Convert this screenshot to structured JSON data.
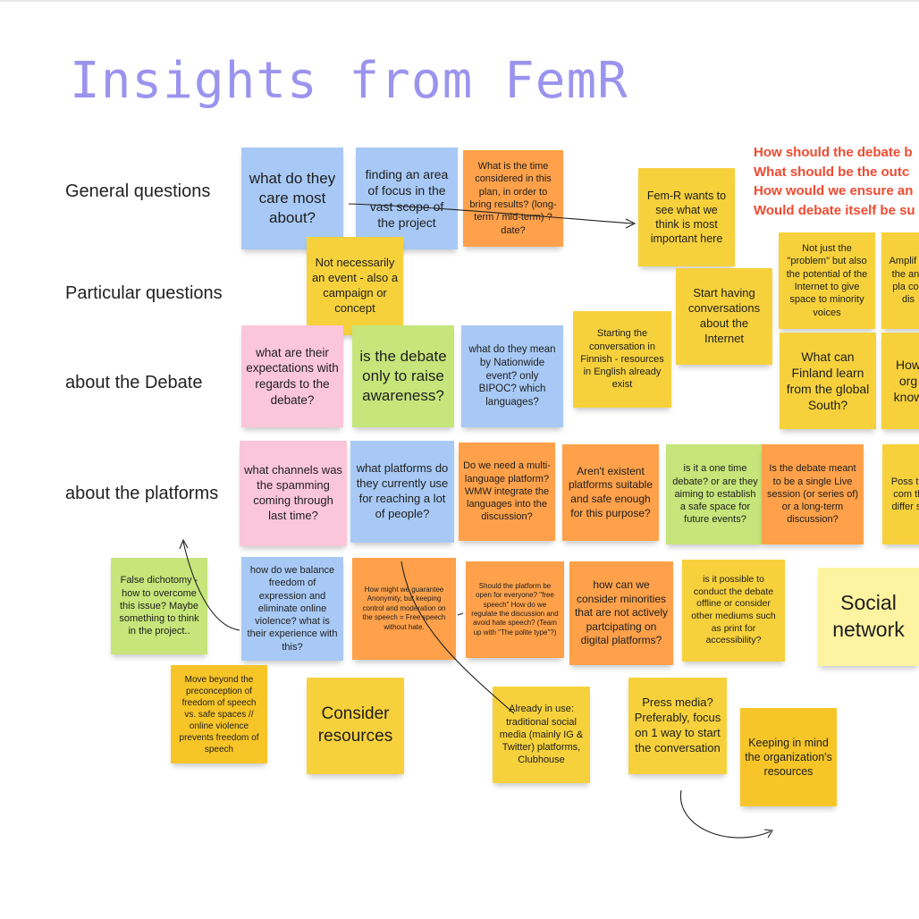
{
  "title": "Insights from FemR",
  "row_labels": {
    "general": "General questions",
    "particular": "Particular questions",
    "debate": "about the Debate",
    "platforms": "about the platforms"
  },
  "red_questions": [
    "How should the debate b",
    "What should be the outc",
    "How would we ensure an",
    "Would debate itself be su"
  ],
  "notes": {
    "care_most": "what do they care most about?",
    "area_focus": "finding an area of focus in the vast scope of the project",
    "time_considered": "What is the time considered in this plan, in order to bring results? (long-term / mid-term) ? date?",
    "femr_wants": "Fem-R wants to see what we think is most important here",
    "not_just_problem": "Not just the \"problem\" but also the potential of the Internet to give space to minority voices",
    "amplif": "Amplif of the and pla con dis",
    "not_event": "Not necessarily an event - also a campaign or concept",
    "start_conv_internet": "Start having conversations about the Internet",
    "expectations": "what are their expectations with regards to the debate?",
    "raise_awareness": "is the debate only to raise awareness?",
    "nationwide": "what do they mean by Nationwide event? only BIPOC? which languages?",
    "finnish": "Starting the conversation in Finnish - resources in English already exist",
    "finland_learn": "What can Finland learn from the global South?",
    "how_org": "How org know",
    "spamming": "what channels was the spamming coming through last time?",
    "platforms_use": "what platforms do they currently use for reaching a lot of people?",
    "multi_language": "Do we need a multi-language platform? WMW integrate the languages into the discussion?",
    "existent_platforms": "Aren't existent platforms suitable and safe enough for this purpose?",
    "one_time": "is it a one time debate? or are they aiming to establish a safe space for future events?",
    "single_live": "Is the debate meant to be a single Live session (or series of) or a long-term discussion?",
    "poss": "Poss tra com thi differ sh",
    "false_dichotomy": "False dichotomy - how to overcome this issue? Maybe something to think in the project..",
    "balance_freedom": "how do we balance freedom of expression and eliminate online violence? what is their experience with this?",
    "guarantee_anon": "How might we guarantee Anonymity, but keeping control and moderation on the speech = Free speech without hate.",
    "open_everyone": "Should the platform be open for everyone? \"free speech\"  How do we regulate the discussion and avoid hate speech? (Team up with \"The polite type\"?)",
    "minorities": "how can we consider minorities that are not actively partcipating on digital platforms?",
    "offline": "is it possible to conduct the debate offline or consider other mediums such as print for accessibility?",
    "social_network": "Social network",
    "move_beyond": "Move beyond the preconception of freedom of speech vs. safe spaces // online violence prevents freedom of speech",
    "consider_resources": "Consider resources",
    "already_in_use": "Already in use: traditional social media (mainly IG & Twitter) platforms, Clubhouse",
    "press_media": "Press media? Preferably, focus on 1 way to start the conversation",
    "keeping_mind": "Keeping in mind the organization's resources"
  },
  "colors": {
    "title": "#9b94ee",
    "red_text": "#ef4a30",
    "yellow": "#f6d13c",
    "orange": "#fea14a",
    "blue": "#a8c9f5",
    "pink": "#fbc6da",
    "green": "#c6e57a",
    "light_yellow": "#fdf3a0"
  }
}
